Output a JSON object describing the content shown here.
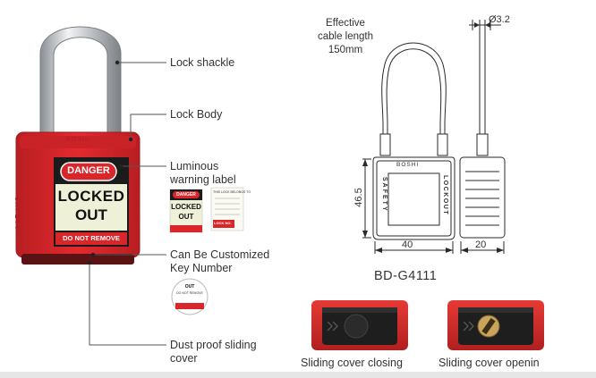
{
  "callouts": {
    "shackle": "Lock shackle",
    "body": "Lock Body",
    "luminous_1": "Luminous",
    "luminous_2": "warning label",
    "key_1": "Can Be Customized",
    "key_2": "Key Number",
    "cover_1": "Dust proof sliding",
    "cover_2": "cover"
  },
  "lock_label": {
    "danger": "DANGER",
    "locked": "LOCKED",
    "out": "OUT",
    "do_not_remove": "DO NOT REMOVE",
    "safety": "SAFETY",
    "lockout": "LOCKOUT",
    "brand": "BOSHI"
  },
  "mini_labels": {
    "danger": "DANGER",
    "locked": "LOCKED",
    "out": "OUT",
    "tag_heading": "THIS LOCK BELONGS TO",
    "lock_no": "LOCK NO.",
    "key_tag_out": "OUT",
    "key_tag_dnr": "DO NOT REMOVE"
  },
  "drawing": {
    "cable_note_1": "Effective",
    "cable_note_2": "cable length",
    "cable_note_3": "150mm",
    "diameter": "Ø3.2",
    "height_dim": "46.5",
    "width_dim": "40",
    "depth_dim": "20",
    "model": "BD-G4111",
    "body_safety": "SAFETY",
    "body_lockout": "LOCKOUT",
    "body_brand": "BOSHI"
  },
  "captions": {
    "closing": "Sliding cover closing",
    "opening": "Sliding cover openin"
  },
  "colors": {
    "lock_red": "#d8262a",
    "lock_dark_red": "#a51b1e",
    "label_cream": "#eef0d8",
    "danger_black": "#1b1b1b",
    "shackle_steel": "#c9ccd0",
    "text_gray": "#333333",
    "line_dark": "#2a2a2a"
  }
}
